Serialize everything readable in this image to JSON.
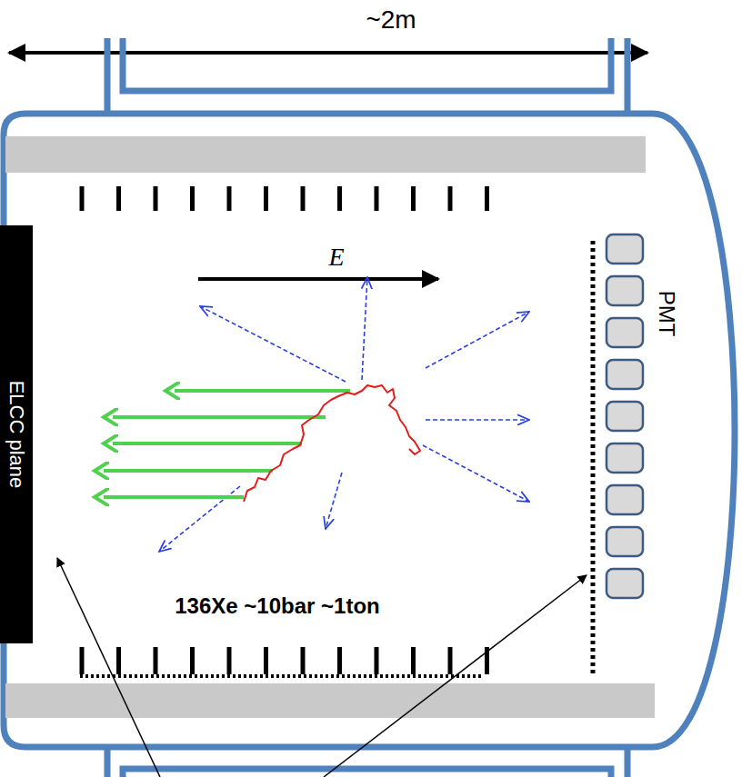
{
  "diagram": {
    "nodes": [
      {
        "text": [
          "ELCC plane"
        ]
      }
    ],
    "labels": [
      "~2m",
      "E",
      "PMT",
      "136Xe ~10bar ~1ton"
    ]
  }
}
